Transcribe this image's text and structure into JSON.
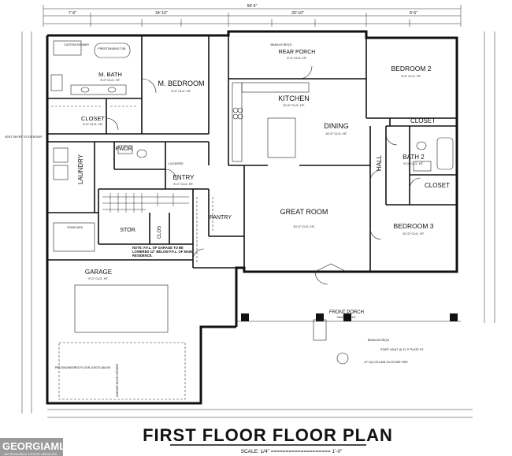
{
  "title": "FIRST FLOOR FLOOR PLAN",
  "scale": "SCALE: 1/4\" ==================== 1'-0\"",
  "overall_dimension": "58'-6\"",
  "top_dims": [
    "7'-6\"",
    "24'-10\"",
    "20'-10\"",
    "8'-6\""
  ],
  "rooms": {
    "m_bath": {
      "name": "M. BATH",
      "note": "9'-0\" CLG. HT."
    },
    "m_bedroom": {
      "name": "M. BEDROOM",
      "note": "9'-0\" CLG. HT."
    },
    "closet_master": {
      "name": "CLOSET",
      "note": "9'-0\" CLG. HT."
    },
    "rear_porch": {
      "name": "REAR PORCH",
      "note": "9'-4\" CLG. HT."
    },
    "kitchen": {
      "name": "KITCHEN",
      "note": "10'-0\" CLG. HT."
    },
    "dining": {
      "name": "DINING",
      "note": "10'-0\" CLG. HT."
    },
    "bedroom2": {
      "name": "BEDROOM 2",
      "note": "9'-0\" CLG. HT."
    },
    "closet2": {
      "name": "CLOSET"
    },
    "bath2": {
      "name": "BATH 2",
      "note": "9'-0\" CLG. HT."
    },
    "closet3": {
      "name": "CLOSET"
    },
    "hall": {
      "name": "HALL"
    },
    "bedroom3": {
      "name": "BEDROOM 3",
      "note": "10'-0\" CLG. HT."
    },
    "laundry": {
      "name": "LAUNDRY"
    },
    "pwdr": {
      "name": "PWDR."
    },
    "entry": {
      "name": "ENTRY",
      "note": "9'-0\" CLG. HT."
    },
    "pantry": {
      "name": "PANTRY"
    },
    "great_room": {
      "name": "GREAT ROOM",
      "note": "10'-0\" CLG. HT."
    },
    "stor": {
      "name": "STOR."
    },
    "clos": {
      "name": "CLOS"
    },
    "garage": {
      "name": "GARAGE",
      "note": "9'-0\" CLG. HT."
    },
    "front_porch": {
      "name": "FRONT PORCH",
      "note": "VAULTED CLG."
    }
  },
  "labels": {
    "lockers": "LOCKERS",
    "freestanding_tub": "FREESTANDING TUB",
    "custom_shower": "CUSTOM SHOWER",
    "beam_rear": "BEAM AS REQ'D",
    "vent_dryer": "VENT DRYER TO EXTERIOR",
    "garage_note": "NOTE: F.F.L. OF GARAGE TO BE LOWERED 12\" BELOW F.F.L. OF MAIN RESIDENCE.",
    "stair_data": "STAIR DATA",
    "pre_eng_floor": "PRE-ENGINEERED FLOOR JOISTS ABOVE",
    "garage_door": "GARAGE DOOR OPENER",
    "beam_front": "BEAM AS REQ'D",
    "column_note": "12\" SQ COLUMN ON STONE PIER",
    "start_vault": "START VAULT @ 11'-0\" PLATE HT."
  },
  "watermark": {
    "name": "GEORGIAMLS",
    "subtitle": "GEORGIA REAL ESTATE SERVICES"
  }
}
